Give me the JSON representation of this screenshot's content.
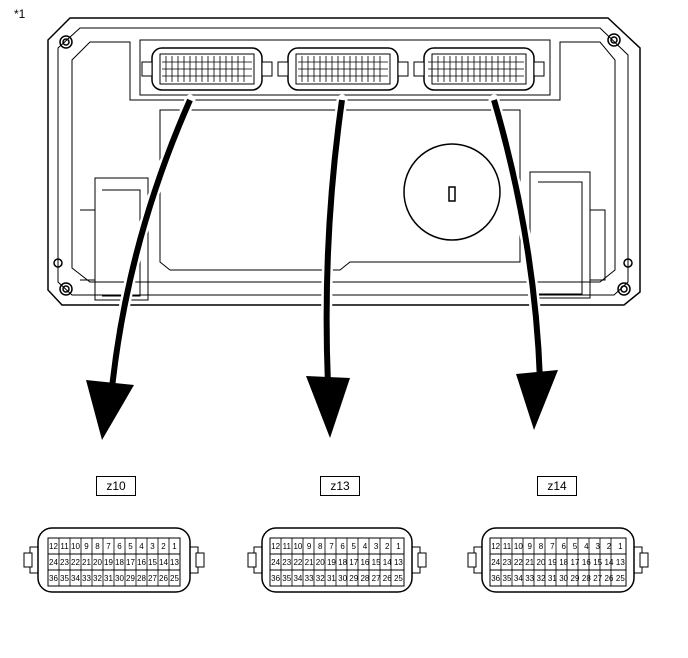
{
  "callout_label": "*1",
  "connectors": [
    {
      "name": "z10",
      "rows": [
        [
          "12",
          "11",
          "10",
          "9",
          "8",
          "7",
          "6",
          "5",
          "4",
          "3",
          "2",
          "1"
        ],
        [
          "24",
          "23",
          "22",
          "21",
          "20",
          "19",
          "18",
          "17",
          "16",
          "15",
          "14",
          "13"
        ],
        [
          "36",
          "35",
          "34",
          "33",
          "32",
          "31",
          "30",
          "29",
          "28",
          "27",
          "26",
          "25"
        ]
      ]
    },
    {
      "name": "z13",
      "rows": [
        [
          "12",
          "11",
          "10",
          "9",
          "8",
          "7",
          "6",
          "5",
          "4",
          "3",
          "2",
          "1"
        ],
        [
          "24",
          "23",
          "22",
          "21",
          "20",
          "19",
          "18",
          "17",
          "16",
          "15",
          "14",
          "13"
        ],
        [
          "36",
          "35",
          "34",
          "33",
          "32",
          "31",
          "30",
          "29",
          "28",
          "27",
          "26",
          "25"
        ]
      ]
    },
    {
      "name": "z14",
      "rows": [
        [
          "12",
          "11",
          "10",
          "9",
          "8",
          "7",
          "6",
          "5",
          "4",
          "3",
          "2",
          "1"
        ],
        [
          "24",
          "23",
          "22",
          "21",
          "20",
          "19",
          "18",
          "17",
          "16",
          "15",
          "14",
          "13"
        ],
        [
          "36",
          "35",
          "34",
          "33",
          "32",
          "31",
          "30",
          "29",
          "28",
          "27",
          "26",
          "25"
        ]
      ]
    }
  ]
}
